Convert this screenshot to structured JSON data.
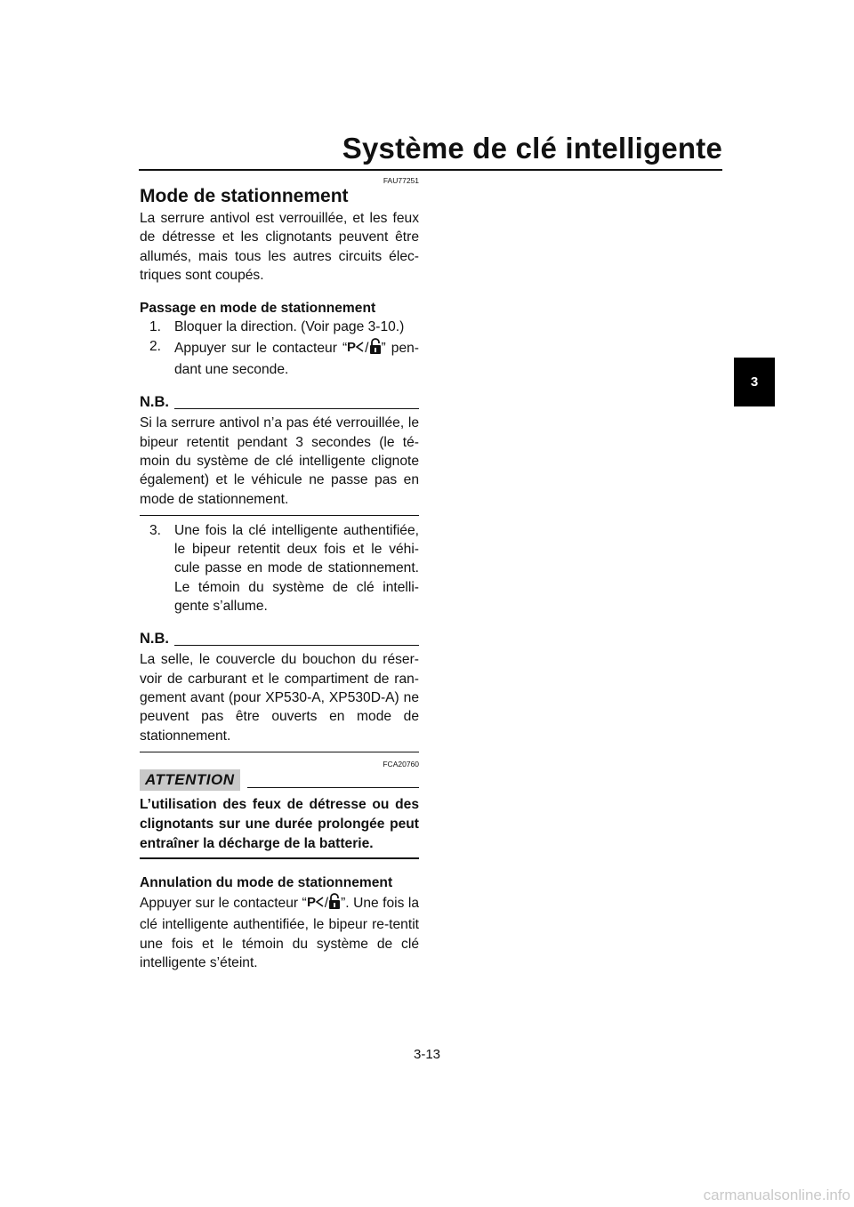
{
  "header": {
    "title": "Système de clé intelligente"
  },
  "chapter_tab": "3",
  "section": {
    "code": "FAU77251",
    "title": "Mode de stationnement",
    "intro": "La serrure antivol est verrouillée, et les feux de détresse et les clignotants peuvent être allumés, mais tous les autres circuits élec-triques sont coupés."
  },
  "activation": {
    "heading": "Passage en mode de stationnement",
    "steps": [
      {
        "num": "1.",
        "text": "Bloquer la direction. (Voir page 3-10.)"
      },
      {
        "num": "2.",
        "before": "Appuyer sur le contacteur “",
        "after": "” pen-dant une seconde."
      },
      {
        "num": "3.",
        "text": "Une fois la clé intelligente authentifiée, le bipeur retentit deux fois et le véhi-cule passe en mode de stationnement. Le témoin du système de clé intelli-gente s’allume."
      }
    ]
  },
  "notes": [
    {
      "label": "N.B.",
      "text": "Si la serrure antivol n’a pas été verrouillée, le bipeur retentit pendant 3 secondes (le té-moin du système de clé intelligente clignote également) et le véhicule ne passe pas en mode de stationnement."
    },
    {
      "label": "N.B.",
      "text": "La selle, le couvercle du bouchon du réser-voir de carburant et le compartiment de ran-gement avant (pour XP530-A, XP530D-A) ne peuvent pas être ouverts en mode de stationnement."
    }
  ],
  "caution": {
    "code": "FCA20760",
    "label": "ATTENTION",
    "text": "L’utilisation des feux de détresse ou des clignotants sur une durée prolongée peut entraîner la décharge de la batterie."
  },
  "cancel": {
    "heading": "Annulation du mode de stationnement",
    "before": "Appuyer sur le contacteur “",
    "after": "”. Une fois la clé intelligente authentifiée, le bipeur re-tentit une fois et le témoin du système de clé intelligente s’éteint."
  },
  "footer": {
    "page_number": "3-13"
  },
  "watermark": "carmanualsonline.info",
  "icons": [
    "parking-key-icon",
    "lock-icon"
  ]
}
